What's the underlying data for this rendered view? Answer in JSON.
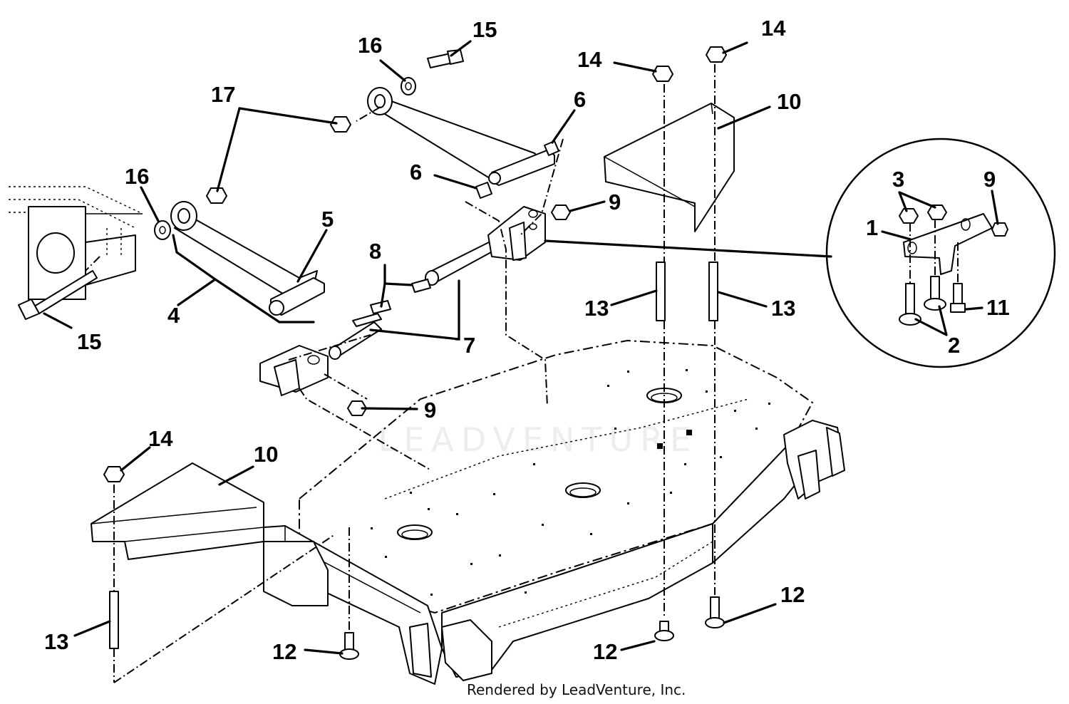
{
  "credit": "Rendered by LeadVenture, Inc.",
  "watermark": "LEADVENTURE",
  "callouts": [
    {
      "id": "c15a",
      "label": "15"
    },
    {
      "id": "c16a",
      "label": "16"
    },
    {
      "id": "c17",
      "label": "17"
    },
    {
      "id": "c16b",
      "label": "16"
    },
    {
      "id": "c5",
      "label": "5"
    },
    {
      "id": "c4",
      "label": "4"
    },
    {
      "id": "c15b",
      "label": "15"
    },
    {
      "id": "c6a",
      "label": "6"
    },
    {
      "id": "c6b",
      "label": "6"
    },
    {
      "id": "c9a",
      "label": "9"
    },
    {
      "id": "c8",
      "label": "8"
    },
    {
      "id": "c7",
      "label": "7"
    },
    {
      "id": "c9b",
      "label": "9"
    },
    {
      "id": "c14a",
      "label": "14"
    },
    {
      "id": "c14b",
      "label": "14"
    },
    {
      "id": "c10a",
      "label": "10"
    },
    {
      "id": "c13a",
      "label": "13"
    },
    {
      "id": "c13b",
      "label": "13"
    },
    {
      "id": "c3",
      "label": "3"
    },
    {
      "id": "c9c",
      "label": "9"
    },
    {
      "id": "c1",
      "label": "1"
    },
    {
      "id": "c11",
      "label": "11"
    },
    {
      "id": "c2",
      "label": "2"
    },
    {
      "id": "c14c",
      "label": "14"
    },
    {
      "id": "c10b",
      "label": "10"
    },
    {
      "id": "c13c",
      "label": "13"
    },
    {
      "id": "c12a",
      "label": "12"
    },
    {
      "id": "c12b",
      "label": "12"
    },
    {
      "id": "c12c",
      "label": "12"
    }
  ]
}
